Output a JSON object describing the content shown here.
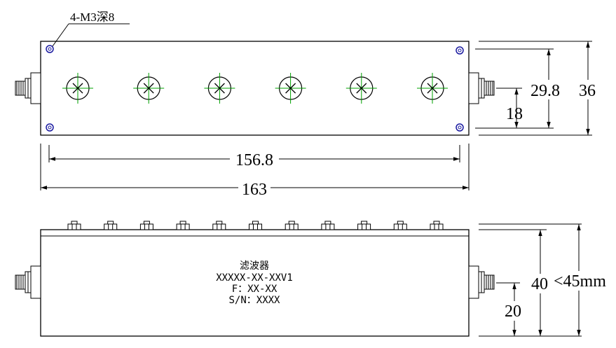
{
  "callout": {
    "hole_note": "4-M3深8"
  },
  "top_view": {
    "tuning_screw_count": 6,
    "dimensions": {
      "inner_length": "156.8",
      "overall_length": "163",
      "hole_spacing": "29.8",
      "connector_height": "18",
      "width": "36"
    }
  },
  "side_view": {
    "label": {
      "line1": "滤波器",
      "line2": "XXXXX-XX-XXV1",
      "line3": "F：XX-XX",
      "line4": "S/N：XXXX"
    },
    "top_nut_count": 11,
    "dimensions": {
      "connector_height": "20",
      "body_height": "40",
      "overall_height": "<45mm"
    }
  },
  "colors": {
    "line": "#000000",
    "screw_cross": "#00a000",
    "mount_hole": "#1a1aa0"
  }
}
